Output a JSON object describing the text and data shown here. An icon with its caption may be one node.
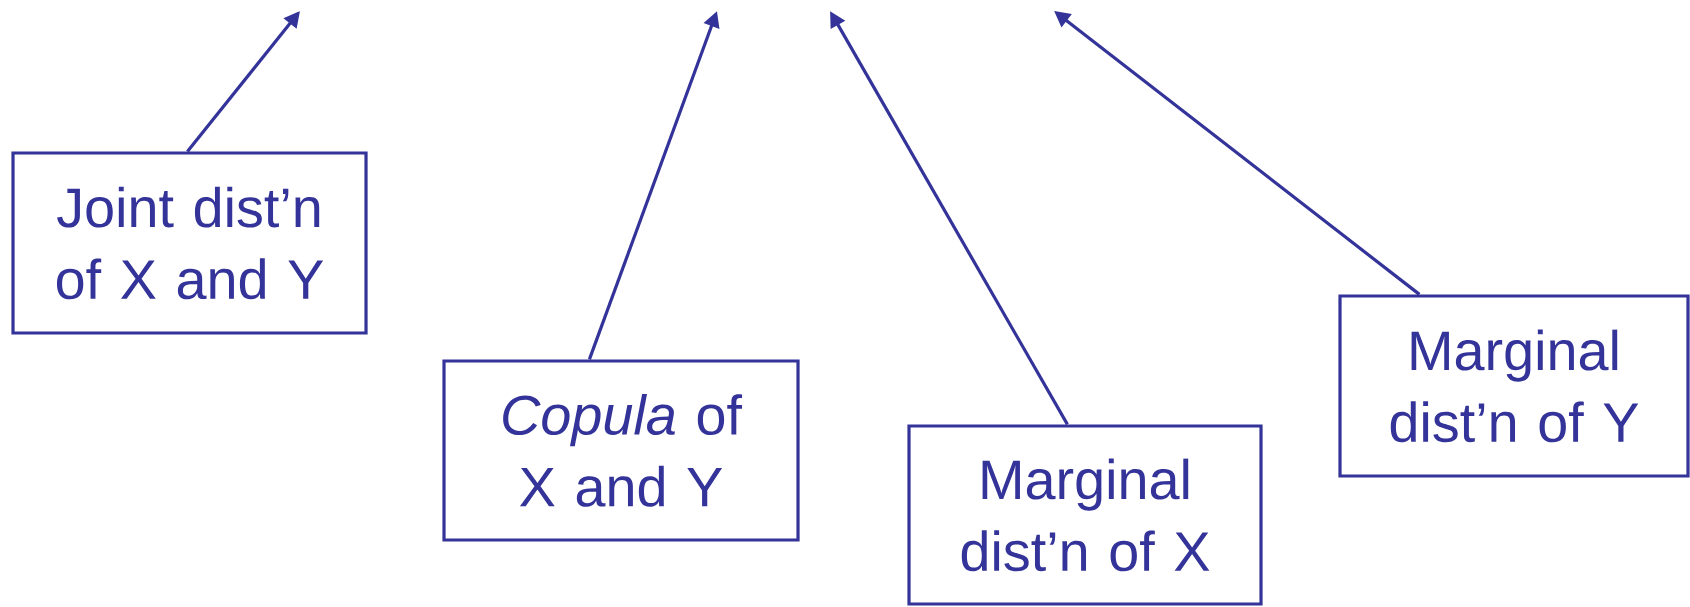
{
  "diagram": {
    "nodes": [
      {
        "text": [
          "Joint dist’n of X and Y"
        ]
      },
      {
        "text": [
          "*Copula* of X and Y"
        ]
      },
      {
        "text": [
          "Marginal dist’n of X"
        ]
      },
      {
        "text": [
          "Marginal dist’n of Y"
        ]
      }
    ],
    "edges": [
      {
        "from": 0,
        "to": null,
        "arrow": "to"
      },
      {
        "from": 1,
        "to": null,
        "arrow": "to"
      },
      {
        "from": 2,
        "to": null,
        "arrow": "to"
      },
      {
        "from": 3,
        "to": null,
        "arrow": "to"
      }
    ]
  }
}
